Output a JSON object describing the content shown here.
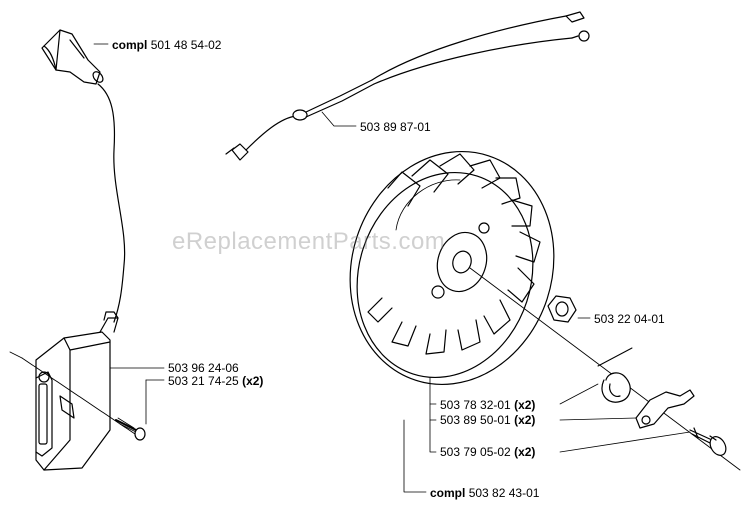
{
  "watermark": "eReplacementParts.com",
  "callouts": {
    "spark_cap": {
      "prefix": "compl",
      "part": "501 48 54-02",
      "qty": ""
    },
    "wire_harness": {
      "prefix": "",
      "part": "503 89 87-01",
      "qty": ""
    },
    "ignition_module": {
      "prefix": "",
      "part": "503 96 24-06",
      "qty": ""
    },
    "module_screw": {
      "prefix": "",
      "part": "503 21 74-25",
      "qty": "(x2)"
    },
    "flywheel_nut": {
      "prefix": "",
      "part": "503 22 04-01",
      "qty": ""
    },
    "spring": {
      "prefix": "",
      "part": "503 78 32-01",
      "qty": "(x2)"
    },
    "pawl": {
      "prefix": "",
      "part": "503 89 50-01",
      "qty": "(x2)"
    },
    "pin": {
      "prefix": "",
      "part": "503 79 05-02",
      "qty": "(x2)"
    },
    "flywheel_compl": {
      "prefix": "compl",
      "part": "503 82 43-01",
      "qty": ""
    }
  }
}
